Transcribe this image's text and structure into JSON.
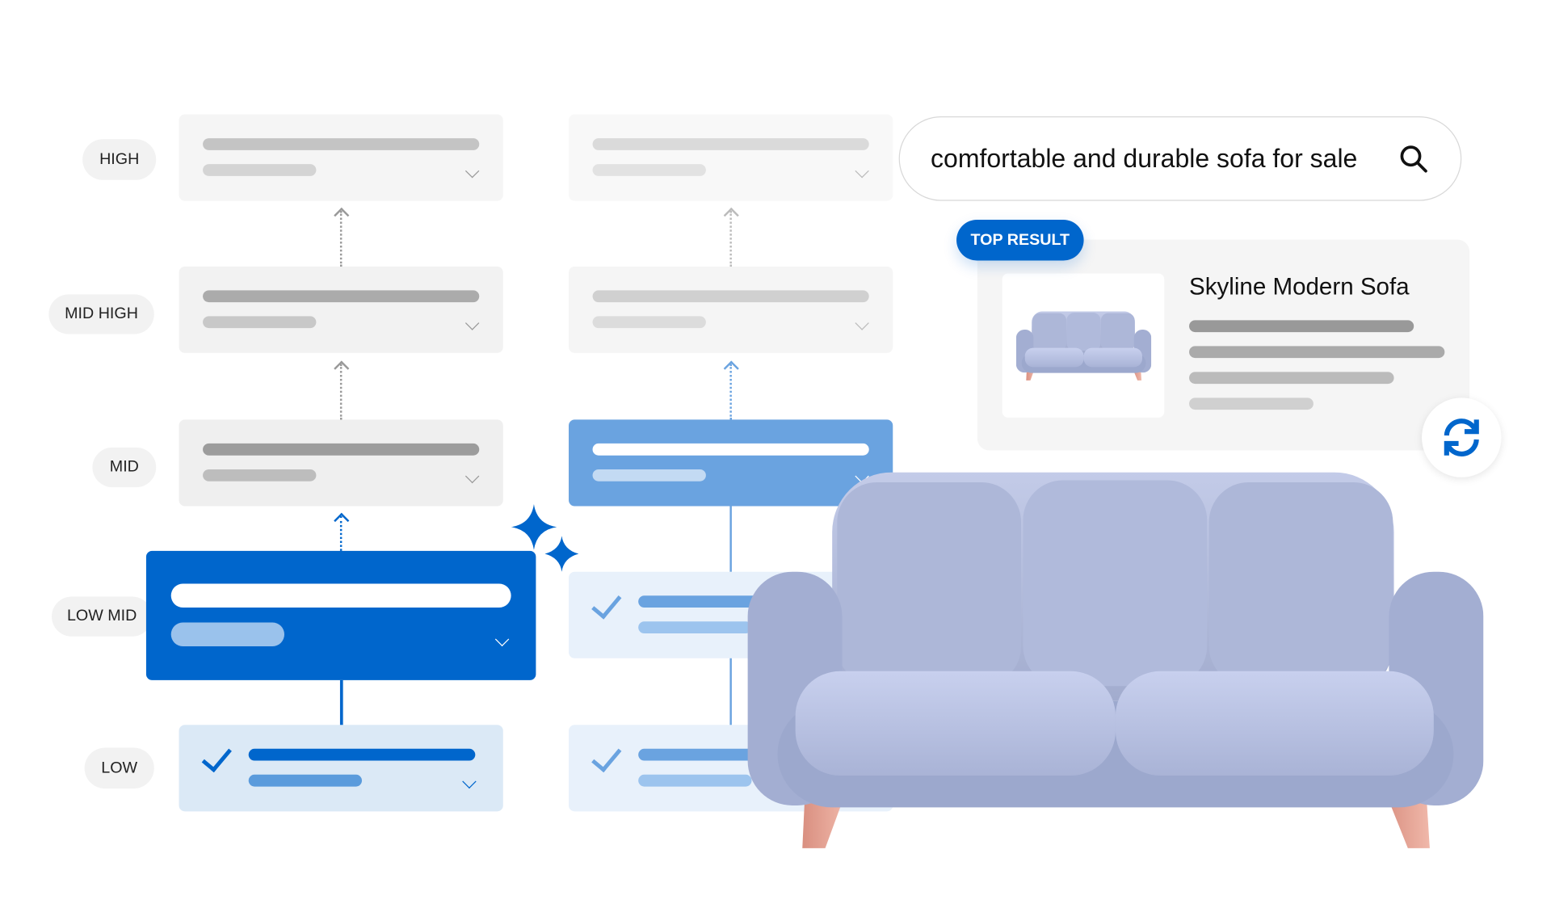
{
  "levels": [
    "HIGH",
    "MID HIGH",
    "MID",
    "LOW MID",
    "LOW"
  ],
  "search": {
    "query": "comfortable and durable sofa for sale",
    "icon": "search-icon"
  },
  "result": {
    "badge": "TOP RESULT",
    "title": "Skyline Modern Sofa",
    "refresh_icon": "refresh-icon"
  },
  "colors": {
    "primary": "#0066cc",
    "mid_blue": "#6aa3e0",
    "light_blue": "#dbe9f6",
    "sofa": "#a9b4d6",
    "legs": "#e2a596"
  }
}
